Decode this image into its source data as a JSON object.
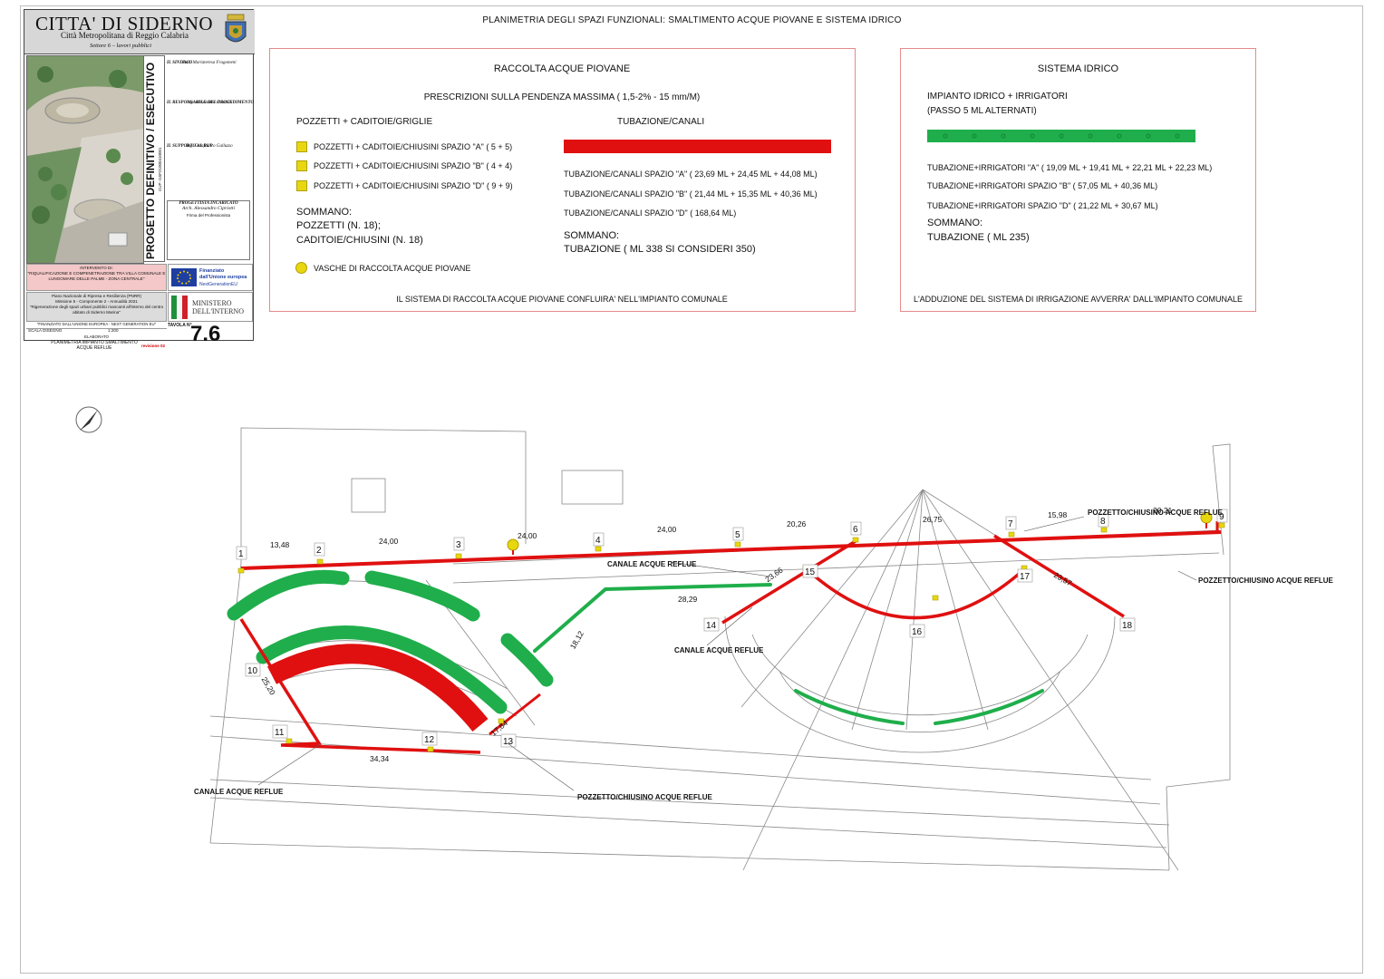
{
  "title_block": {
    "city": "CITTA' DI SIDERNO",
    "metro": "Città Metropolitana di Reggio Calabria",
    "settore": "Settore 6 – lavori pubblici",
    "project_phase": "PROGETTO DEFINITIVO / ESECUTIVO",
    "cup": "CUP: I15F21000410001",
    "sindaco_title": "IL SINDACO",
    "sindaco_name": "Dott. Mariateresa Fragomeni",
    "rup_title": "IL RESPONSABILE DEL PROCEDIMENTO",
    "rup_name": "Ing. Alessandro Candido",
    "supporto_title": "IL SUPPORTO AL RUP",
    "supporto_name": "Ing. Gianfranco Galluzzo",
    "progettista_title": "PROGETTISTA INCARICATO",
    "progettista_name": "Arch. Alessandro Cipriotti",
    "firma": "Firma del Professionista",
    "intervento_label": "INTERVENTO DI:",
    "intervento_text": "\"RIQUALIFICAZIONE E COMPENETRAZIONE TRA VILLA COMUNALE E LUNGOMARE DELLE PALME - ZONA CENTRALE\"",
    "pnrr_1": "Piano Nazionale di Ripresa e Resilienza (PNRR)",
    "pnrr_2": "Missione 5 - Componente 2 - Annualità 2021",
    "pnrr_3": "\"Rigenerazione degli spazi urbani pubblici mancanti all'interno del centro abitato di Siderno Marina\"",
    "eu_1": "Finanziato",
    "eu_2": "dall'Unione europea",
    "eu_3": "NextGenerationEU",
    "ministero": "MINISTERO DELL'INTERNO",
    "finanziato": "\"FINANZIATO DALL'UNIONE EUROPEA - NEXT GENERATION EU\"",
    "scala_label": "SCALA DISEGNO",
    "scala_value": "1:200",
    "elaborato_label": "ELABORATO",
    "elaborato_text": "PLANIMETRIA IMPIANTO SMALTIMENTO ACQUE REFLUE",
    "revisione": "revisione 02",
    "tavola_label": "TAVOLA N°",
    "tavola_value": "7.6"
  },
  "sheet_title": "PLANIMETRIA DEGLI SPAZI FUNZIONALI: SMALTIMENTO ACQUE PIOVANE E SISTEMA IDRICO",
  "legend_left": {
    "heading": "RACCOLTA ACQUE PIOVANE",
    "prescription": "PRESCRIZIONI SULLA PENDENZA MASSIMA ( 1,5-2% - 15 mm/M)",
    "col1_heading": "POZZETTI + CADITOIE/GRIGLIE",
    "col2_heading": "TUBAZIONE/CANALI",
    "pozzetti": [
      "POZZETTI + CADITOIE/CHIUSINI SPAZIO \"A\" ( 5 + 5)",
      "POZZETTI + CADITOIE/CHIUSINI SPAZIO \"B\" ( 4 + 4)",
      "POZZETTI + CADITOIE/CHIUSINI SPAZIO \"D\" ( 9 + 9)"
    ],
    "tubazioni": [
      "TUBAZIONE/CANALI SPAZIO \"A\" ( 23,69 ML + 24,45 ML + 44,08 ML)",
      "TUBAZIONE/CANALI SPAZIO \"B\" ( 21,44 ML + 15,35 ML + 40,36 ML)",
      "TUBAZIONE/CANALI SPAZIO \"D\" ( 168,64 ML)"
    ],
    "sum_left_label": "SOMMANO:",
    "sum_left_1": "POZZETTI (N. 18);",
    "sum_left_2": "CADITOIE/CHIUSINI (N. 18)",
    "sum_right_label": "SOMMANO:",
    "sum_right_1": "TUBAZIONE ( ML 338 SI CONSIDERI 350)",
    "vasche": "VASCHE DI RACCOLTA ACQUE PIOVANE",
    "footer": "IL SISTEMA DI RACCOLTA ACQUE PIOVANE CONFLUIRA' NELL'IMPIANTO COMUNALE"
  },
  "legend_right": {
    "heading": "SISTEMA IDRICO",
    "sub1": "IMPIANTO IDRICO + IRRIGATORI",
    "sub2": "(PASSO 5 ML ALTERNATI)",
    "items": [
      "TUBAZIONE+IRRIGATORI \"A\" ( 19,09 ML  +  19,41 ML  +  22,21 ML + 22,23 ML)",
      "TUBAZIONE+IRRIGATORI SPAZIO \"B\" ( 57,05 ML + 40,36 ML)",
      "TUBAZIONE+IRRIGATORI SPAZIO \"D\" ( 21,22 ML + 30,67 ML)"
    ],
    "sum_label": "SOMMANO:",
    "sum_1": "TUBAZIONE ( ML 235)",
    "footer": "L'ADDUZIONE DEL SISTEMA DI IRRIGAZIONE AVVERRA' DALL'IMPIANTO COMUNALE"
  },
  "plan": {
    "node_numbers": [
      "1",
      "2",
      "3",
      "4",
      "5",
      "6",
      "7",
      "8",
      "9",
      "10",
      "11",
      "12",
      "13",
      "14",
      "15",
      "16",
      "17",
      "18"
    ],
    "dimensions": [
      "13,48",
      "24,00",
      "24,00",
      "24,00",
      "20,26",
      "26,75",
      "15,98",
      "20,21",
      "28,29",
      "23,66",
      "18,12",
      "23,57",
      "25,20",
      "34,34",
      "17,84"
    ],
    "callouts": {
      "pozzetto_top": "POZZETTO/CHIUSINO ACQUE REFLUE",
      "canale_top": "CANALE ACQUE REFLUE",
      "pozzetto_right": "POZZETTO/CHIUSINO ACQUE REFLUE",
      "canale_mid": "CANALE ACQUE REFLUE",
      "canale_left": "CANALE ACQUE REFLUE",
      "pozzetto_bottom": "POZZETTO/CHIUSINO ACQUE REFLUE"
    }
  },
  "colors": {
    "drain_red": "#e01010",
    "water_green": "#1fae4b",
    "pozzetto_yellow": "#e8d70f",
    "frame_pink": "#e58a8a"
  }
}
